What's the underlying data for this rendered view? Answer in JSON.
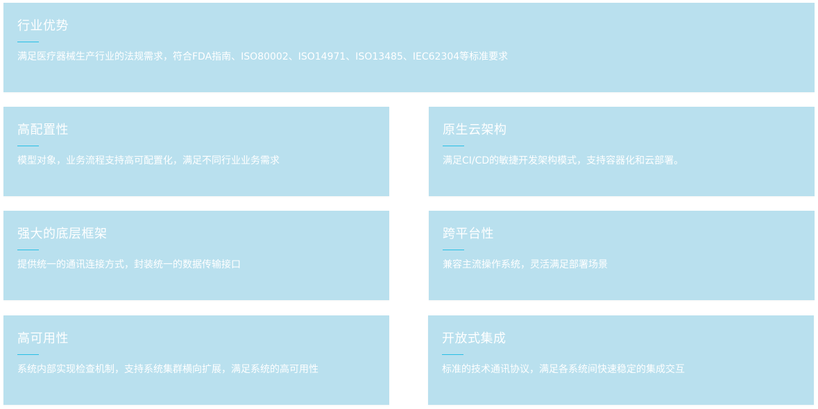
{
  "colors": {
    "card_background": "#b9e0ee",
    "text": "#ffffff",
    "divider": "#27bfe5"
  },
  "cards": [
    {
      "title": "行业优势",
      "description": "满足医疗器械生产行业的法规需求，符合FDA指南、ISO80002、ISO14971、ISO13485、IEC62304等标准要求"
    },
    {
      "title": "高配置性",
      "description": "模型对象，业务流程支持高可配置化，满足不同行业业务需求"
    },
    {
      "title": "原生云架构",
      "description": "满足CI/CD的敏捷开发架构模式，支持容器化和云部署。"
    },
    {
      "title": "强大的底层框架",
      "description": "提供统一的通讯连接方式，封装统一的数据传输接口"
    },
    {
      "title": "跨平台性",
      "description": "兼容主流操作系统，灵活满足部署场景"
    },
    {
      "title": "高可用性",
      "description": "系统内部实现检查机制，支持系统集群横向扩展，满足系统的高可用性"
    },
    {
      "title": "开放式集成",
      "description": "标准的技术通讯协议，满足各系统间快速稳定的集成交互"
    }
  ]
}
